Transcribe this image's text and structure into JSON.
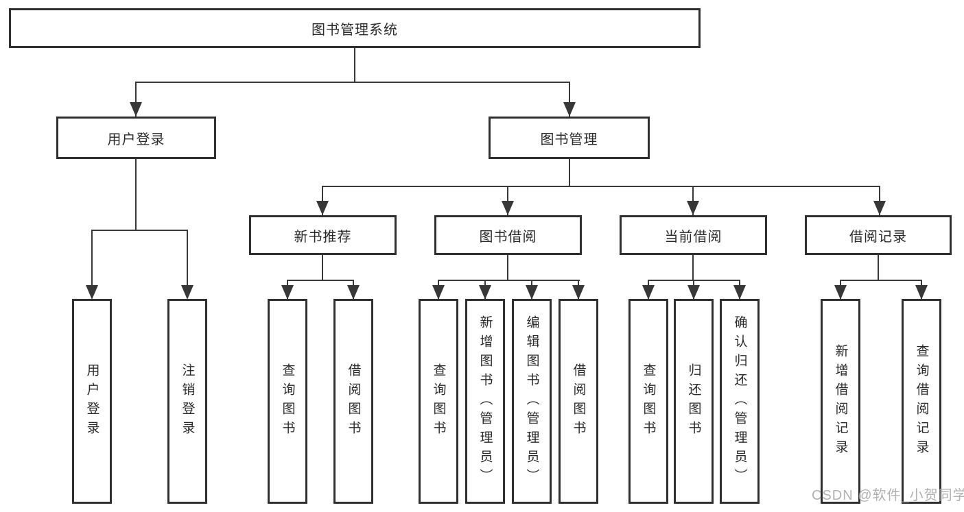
{
  "diagram_title": "图书管理系统",
  "nodes": {
    "root": {
      "label": "图书管理系统"
    },
    "user_login": {
      "label": "用户登录"
    },
    "book_mgmt": {
      "label": "图书管理"
    },
    "new_book_rec": {
      "label": "新书推荐"
    },
    "book_borrow": {
      "label": "图书借阅"
    },
    "current_borrow": {
      "label": "当前借阅"
    },
    "borrow_records": {
      "label": "借阅记录"
    },
    "leaf_user_login": {
      "label": "用户登录"
    },
    "leaf_logout": {
      "label": "注销登录"
    },
    "leaf_nb_query": {
      "label": "查询图书"
    },
    "leaf_nb_borrow": {
      "label": "借阅图书"
    },
    "leaf_bb_query": {
      "label": "查询图书"
    },
    "leaf_bb_add": {
      "label": "新增图书（管理员）"
    },
    "leaf_bb_edit": {
      "label": "编辑图书（管理员）"
    },
    "leaf_bb_borrow": {
      "label": "借阅图书"
    },
    "leaf_cb_query": {
      "label": "查询图书"
    },
    "leaf_cb_return": {
      "label": "归还图书"
    },
    "leaf_cb_confirm": {
      "label": "确认归还（管理员）"
    },
    "leaf_br_add": {
      "label": "新增借阅记录"
    },
    "leaf_br_query": {
      "label": "查询借阅记录"
    }
  },
  "hierarchy": {
    "图书管理系统": {
      "用户登录": [
        "用户登录",
        "注销登录"
      ],
      "图书管理": {
        "新书推荐": [
          "查询图书",
          "借阅图书"
        ],
        "图书借阅": [
          "查询图书",
          "新增图书（管理员）",
          "编辑图书（管理员）",
          "借阅图书"
        ],
        "当前借阅": [
          "查询图书",
          "归还图书",
          "确认归还（管理员）"
        ],
        "借阅记录": [
          "新增借阅记录",
          "查询借阅记录"
        ]
      }
    }
  },
  "watermark": "CSDN @软件_小贺同学",
  "colors": {
    "line": "#383838",
    "border": "#2f2f2f",
    "text": "#2a2a2a",
    "watermark": "#a8a8a8",
    "background": "#ffffff"
  }
}
